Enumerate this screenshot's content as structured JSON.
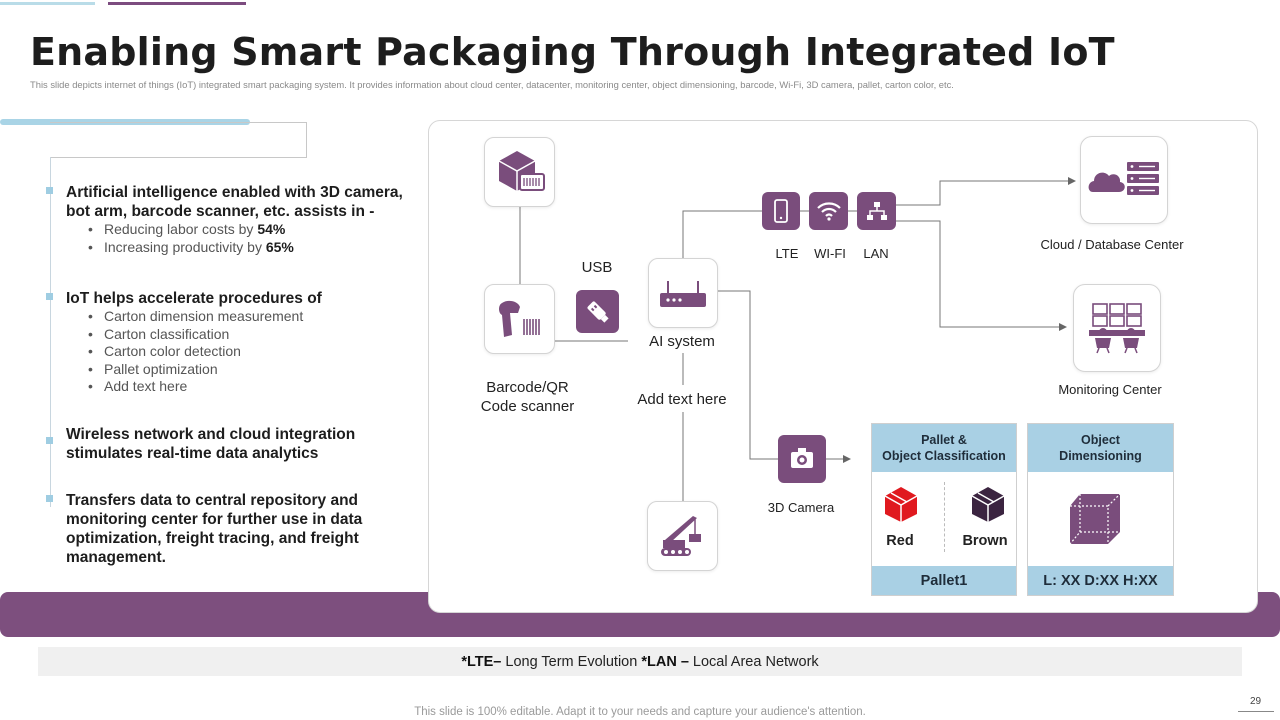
{
  "slide": {
    "title": "Enabling Smart Packaging Through Integrated IoT",
    "subtitle": "This slide depicts internet of things (IoT) integrated smart packaging system. It provides information about cloud center, datacenter, monitoring center, object dimensioning, barcode, Wi-Fi, 3D camera, pallet, carton color, etc.",
    "page_number": "29",
    "editable_note": "This slide is 100% editable. Adapt it to your needs and capture your audience's attention."
  },
  "bullets": [
    {
      "heading": "Artificial intelligence enabled with 3D camera, bot arm, barcode scanner, etc. assists in -",
      "items": [
        {
          "text": "Reducing labor costs by ",
          "bold": "54%"
        },
        {
          "text": "Increasing productivity by ",
          "bold": "65%"
        }
      ]
    },
    {
      "heading": "IoT helps accelerate procedures of",
      "items": [
        {
          "text": "Carton dimension measurement"
        },
        {
          "text": "Carton classification"
        },
        {
          "text": "Carton color detection"
        },
        {
          "text": "Pallet optimization"
        },
        {
          "text": "Add text here"
        }
      ]
    },
    {
      "heading": "Wireless network and cloud integration stimulates real-time data analytics",
      "items": []
    },
    {
      "heading": "Transfers data to central repository and monitoring center for further use in data optimization, freight tracing, and freight management.",
      "items": []
    }
  ],
  "diagram": {
    "usb_label": "USB",
    "ai_system_label": "AI system",
    "add_text_label": "Add text here",
    "barcode_label_line1": "Barcode/QR",
    "barcode_label_line2": "Code scanner",
    "lte_label": "LTE",
    "wifi_label": "WI-FI",
    "lan_label": "LAN",
    "cloud_label": "Cloud / Database Center",
    "monitoring_label": "Monitoring Center",
    "camera_label": "3D Camera",
    "pallet_card": {
      "header_line1": "Pallet &",
      "header_line2": "Object Classification",
      "red_label": "Red",
      "brown_label": "Brown",
      "footer": "Pallet1"
    },
    "dimension_card": {
      "header_line1": "Object",
      "header_line2": "Dimensioning",
      "footer": "L: XX D:XX H:XX"
    },
    "icons": {
      "package": "package-barcode-icon",
      "scanner": "barcode-scanner-icon",
      "usb": "usb-icon",
      "router": "router-icon",
      "crane": "crane-icon",
      "lte": "mobile-phone-icon",
      "wifi": "wifi-icon",
      "lan": "lan-network-icon",
      "cloud": "cloud-server-icon",
      "monitoring": "monitoring-room-icon",
      "camera": "camera-icon",
      "red_cube": "red-cube-icon",
      "brown_cube": "brown-cube-icon",
      "dimension_cube": "dimension-cube-icon"
    }
  },
  "footnote": {
    "lte_abbr": "*LTE–",
    "lte_full": " Long Term Evolution ",
    "lan_abbr": "*LAN –",
    "lan_full": " Local Area Network"
  },
  "colors": {
    "accent_purple": "#7a4d7c",
    "accent_blue": "#a9d0e4",
    "cube_red": "#e0191f",
    "cube_brown": "#3b2440"
  }
}
